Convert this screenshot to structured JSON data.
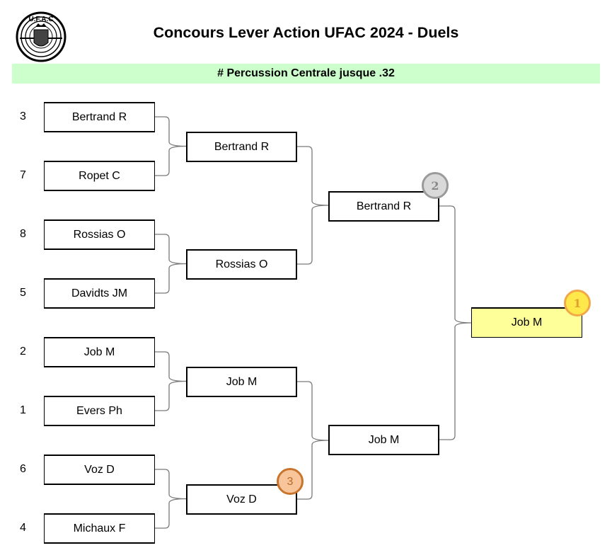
{
  "header": {
    "logo_icon": "ufac-target-emblem-icon",
    "logo_text": "U.F.A.C",
    "title": "Concours Lever Action UFAC 2024 - Duels",
    "category": "# Percussion Centrale jusque .32"
  },
  "colors": {
    "banner": "#ccffcc",
    "winner_box": "#ffff99",
    "gold": "#ffe84a",
    "silver": "#d9d9d9",
    "bronze": "#f8c49a"
  },
  "bracket": {
    "round1": [
      {
        "seed": "3",
        "name": "Bertrand R"
      },
      {
        "seed": "7",
        "name": "Ropet C"
      },
      {
        "seed": "8",
        "name": "Rossias O"
      },
      {
        "seed": "5",
        "name": "Davidts JM"
      },
      {
        "seed": "2",
        "name": "Job M"
      },
      {
        "seed": "1",
        "name": "Evers Ph"
      },
      {
        "seed": "6",
        "name": "Voz D"
      },
      {
        "seed": "4",
        "name": "Michaux F"
      }
    ],
    "round2": [
      {
        "name": "Bertrand R"
      },
      {
        "name": "Rossias O"
      },
      {
        "name": "Job M"
      },
      {
        "name": "Voz D"
      }
    ],
    "round3": [
      {
        "name": "Bertrand R"
      },
      {
        "name": "Job M"
      }
    ],
    "final": {
      "name": "Job M"
    }
  },
  "medals": {
    "gold": "1",
    "silver": "2",
    "bronze": "3"
  }
}
